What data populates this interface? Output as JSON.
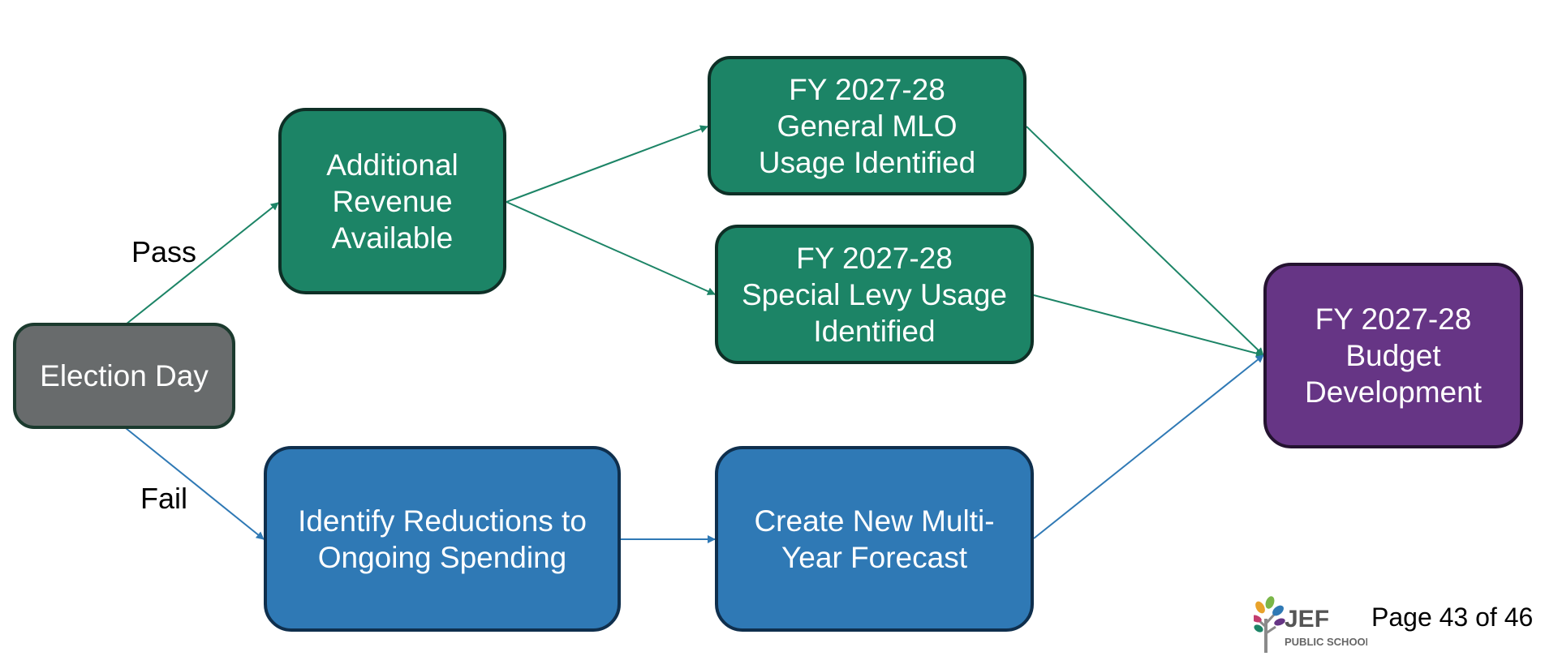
{
  "nodes": {
    "election_day": "Election Day",
    "additional_revenue": "Additional\nRevenue\nAvailable",
    "general_mlo": "FY 2027-28\nGeneral MLO\nUsage Identified",
    "special_levy": "FY 2027-28\nSpecial Levy Usage\nIdentified",
    "identify_reductions": "Identify Reductions to\nOngoing Spending",
    "multi_year_forecast": "Create New Multi-\nYear Forecast",
    "budget_development": "FY 2027-28\nBudget\nDevelopment"
  },
  "edge_labels": {
    "pass": "Pass",
    "fail": "Fail"
  },
  "footer": {
    "page": "Page 43 of 46",
    "logo_word": "JEF",
    "logo_sub": "PUBLIC SCHOOLS"
  },
  "colors": {
    "green_arrow": "#1c8466",
    "blue_arrow": "#2f79b5"
  }
}
